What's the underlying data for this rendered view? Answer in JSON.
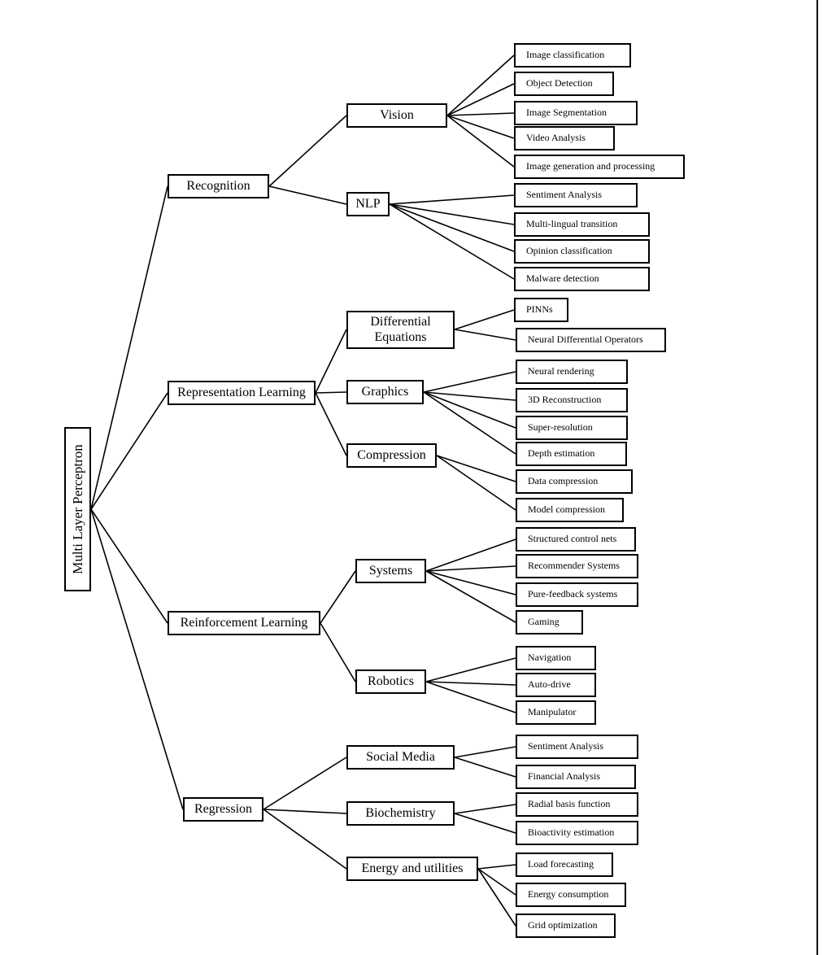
{
  "root": "Multi Layer Perceptron",
  "categories": {
    "recognition": "Recognition",
    "representation": "Representation Learning",
    "reinforcement": "Reinforcement Learning",
    "regression": "Regression"
  },
  "sub": {
    "vision": "Vision",
    "nlp": "NLP",
    "diffeq": "Differential Equations",
    "graphics": "Graphics",
    "compression": "Compression",
    "systems": "Systems",
    "robotics": "Robotics",
    "social": "Social Media",
    "biochem": "Biochemistry",
    "energy": "Energy and utilities"
  },
  "leaves": {
    "vision": [
      "Image classification",
      "Object Detection",
      "Image Segmentation",
      "Video Analysis",
      "Image generation and processing"
    ],
    "nlp": [
      "Sentiment Analysis",
      "Multi-lingual transition",
      "Opinion classification",
      "Malware detection"
    ],
    "diffeq": [
      "PINNs",
      "Neural Differential Operators"
    ],
    "graphics": [
      "Neural rendering",
      "3D Reconstruction",
      "Super-resolution",
      "Depth estimation"
    ],
    "compression": [
      "Data compression",
      "Model compression"
    ],
    "systems": [
      "Structured control nets",
      "Recommender Systems",
      "Pure-feedback systems",
      "Gaming"
    ],
    "robotics": [
      "Navigation",
      "Auto-drive",
      "Manipulator"
    ],
    "social": [
      "Sentiment Analysis",
      "Financial Analysis"
    ],
    "biochem": [
      "Radial basis function",
      "Bioactivity estimation"
    ],
    "energy": [
      "Load forecasting",
      "Energy consumption",
      "Grid optimization"
    ]
  }
}
